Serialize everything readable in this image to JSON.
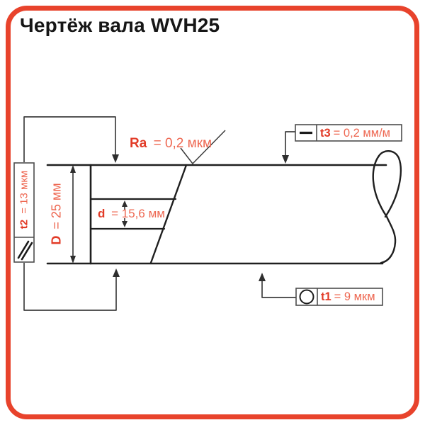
{
  "window": {
    "title": "Чертёж вала WVH25"
  },
  "colors": {
    "accent": "#e8432c",
    "name_red": "#e23b27",
    "value_red": "#ee6852",
    "outline": "#1f1f1f",
    "leader": "#3f3f3f",
    "frame_stroke": "#4d4d4d"
  },
  "annotations": {
    "ra": {
      "name": "Ra",
      "value": "= 0,2 мкм",
      "symbol": "roughness-check-icon"
    },
    "t3": {
      "name": "t3",
      "value": "= 0,2 мм/м",
      "symbol": "straightness-icon"
    },
    "t2": {
      "name": "t2",
      "value": "= 13 мкм",
      "symbol": "parallelism-icon"
    },
    "t1": {
      "name": "t1",
      "value": "= 9 мкм",
      "symbol": "roundness-icon"
    },
    "dim_D": {
      "name": "D",
      "value": "= 25 мм"
    },
    "dim_d": {
      "name": "d",
      "value": "= 15,6 мм"
    }
  }
}
